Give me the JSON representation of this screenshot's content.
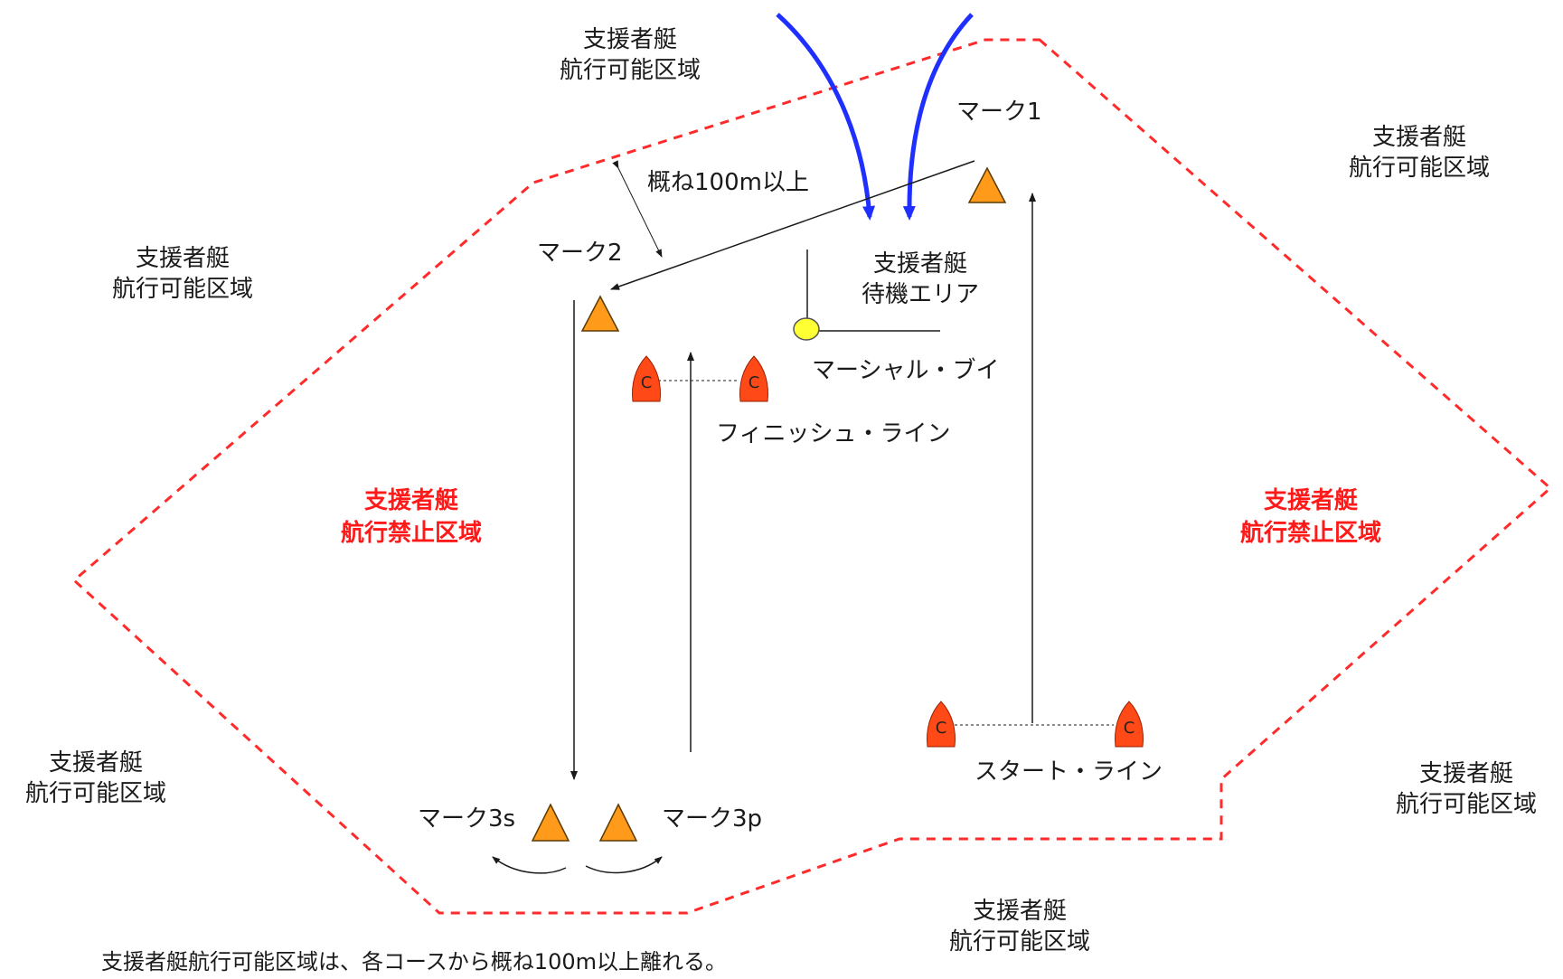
{
  "colors": {
    "boundary": "#ff2a2a",
    "prohibited_text": "#ff1a1a",
    "approach_arrow": "#1f2fff",
    "mark": "#ff9a1a",
    "mark_stroke": "#5a3a00",
    "boat": "#ff4a18",
    "boat_stroke": "#9a2000",
    "marshal_buoy": "#ffff33",
    "line": "#1a1a1a"
  },
  "allowed_zones": {
    "top_center": [
      "支援者艇",
      "航行可能区域"
    ],
    "top_right": [
      "支援者艇",
      "航行可能区域"
    ],
    "left_upper": [
      "支援者艇",
      "航行可能区域"
    ],
    "left_lower": [
      "支援者艇",
      "航行可能区域"
    ],
    "right_lower": [
      "支援者艇",
      "航行可能区域"
    ],
    "bottom_center": [
      "支援者艇",
      "航行可能区域"
    ]
  },
  "prohibited_zones": {
    "left": [
      "支援者艇",
      "航行禁止区域"
    ],
    "right": [
      "支援者艇",
      "航行禁止区域"
    ]
  },
  "waiting_area": [
    "支援者艇",
    "待機エリア"
  ],
  "marks": {
    "mark1": "マーク1",
    "mark2": "マーク2",
    "mark3s": "マーク3s",
    "mark3p": "マーク3p"
  },
  "boat_symbol": "C",
  "marshal_buoy": "マーシャル・ブイ",
  "finish_line": "フィニッシュ・ライン",
  "start_line": "スタート・ライン",
  "distance_note": "概ね100m以上",
  "caption": "支援者艇航行可能区域は、各コースから概ね100m以上離れる。"
}
